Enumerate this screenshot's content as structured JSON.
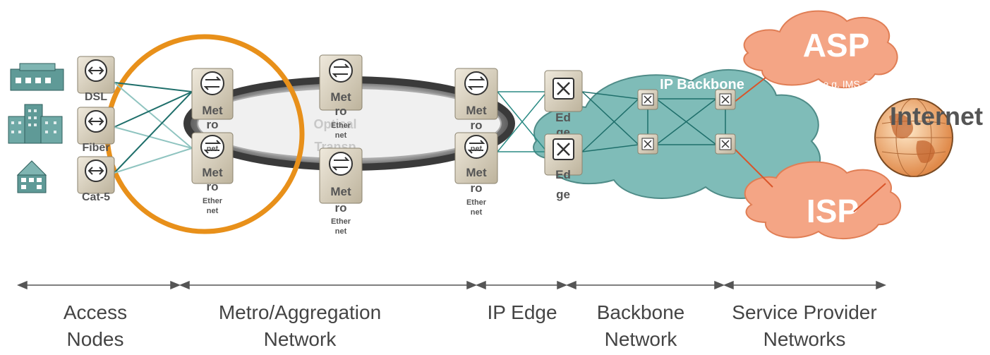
{
  "access": {
    "nodes": [
      "DSL",
      "Fiber",
      "Cat-5"
    ]
  },
  "metro": {
    "node_label_1": "Met",
    "node_label_2": "ro",
    "node_label_3": "Ether",
    "node_label_4": "net",
    "optical_1": "Optical",
    "optical_2": "Transp"
  },
  "edge": {
    "label_1": "Ed",
    "label_2": "ge"
  },
  "backbone": {
    "cloud_label": "IP Backbone"
  },
  "providers": {
    "asp": "ASP",
    "asp_sub": "e.g. IMS, TSS",
    "isp": "ISP",
    "internet": "Internet"
  },
  "segments": {
    "access": [
      "Access",
      "Nodes"
    ],
    "metro": [
      "Metro/Aggregation",
      "Network"
    ],
    "ipedge": [
      "IP Edge",
      ""
    ],
    "backbone": [
      "Backbone",
      "Network"
    ],
    "sp": [
      "Service Provider",
      "Networks"
    ]
  },
  "colors": {
    "ring": "#e8901a",
    "teal_link": "#1f6f6b",
    "light_link": "#8fc4c0",
    "backbone_cloud": "#7fbcb8",
    "provider_cloud": "#f4a585",
    "provider_link": "#d9552a",
    "device_fill": "#ddd6c4"
  }
}
